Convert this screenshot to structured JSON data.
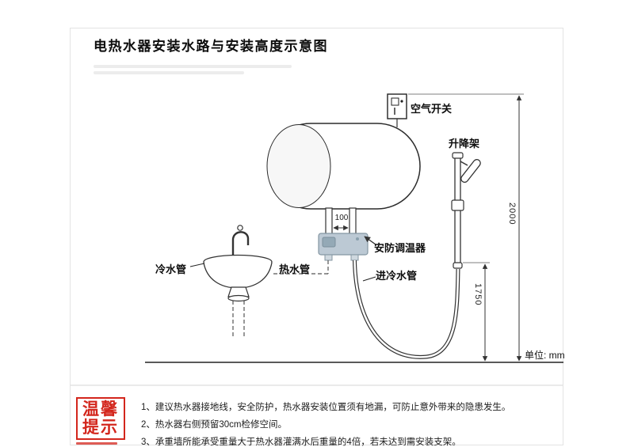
{
  "page": {
    "title": "电热水器安装水路与安装高度示意图"
  },
  "diagram": {
    "labels": {
      "air_switch": "空气开关",
      "lift_rack": "升降架",
      "thermostat": "安防调温器",
      "cold_pipe": "冷水管",
      "hot_pipe": "热水管",
      "inlet_pipe": "进冷水管",
      "unit": "单位: mm"
    },
    "dimensions": {
      "wall_height": "2000",
      "rack_height": "1750",
      "pipe_spacing": "100"
    },
    "colors": {
      "line": "#333333",
      "thermostat_fill": "#bcc9d4",
      "accent_red": "#d3261c"
    }
  },
  "tips": {
    "badge_line1": "温馨",
    "badge_line2": "提示",
    "items": [
      "1、建议热水器接地线，安全防护，热水器安装位置须有地漏，可防止意外带来的隐患发生。",
      "2、热水器右侧预留30cm检修空间。",
      "3、承重墙所能承受重量大于热水器灌满水后重量的4倍，若未达到需安装支架。"
    ]
  }
}
